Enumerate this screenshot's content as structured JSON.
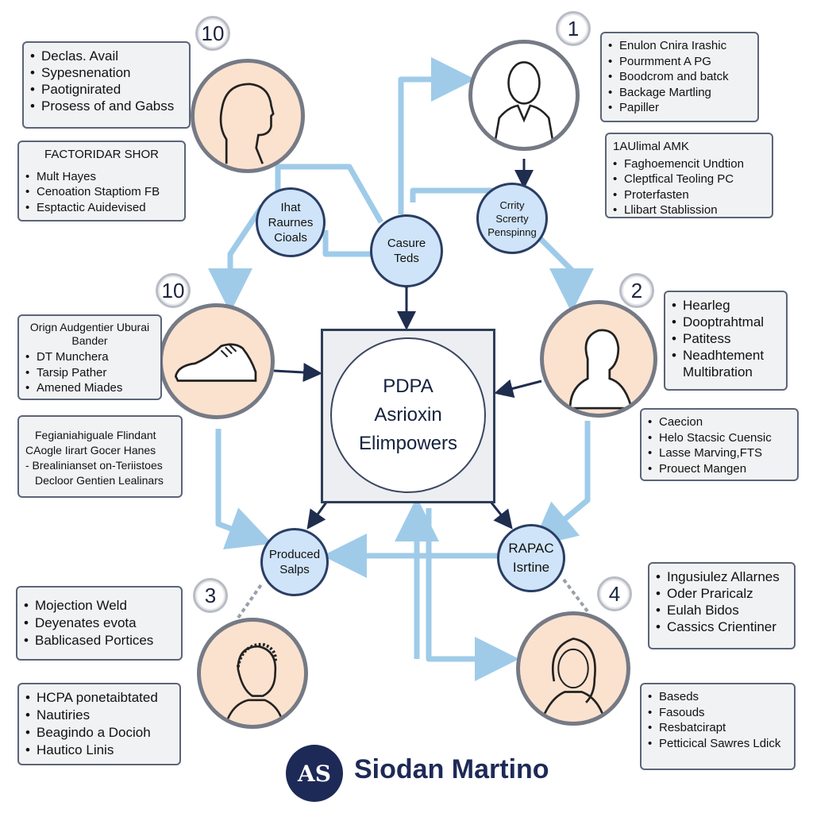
{
  "center": {
    "text": "PDPA\nAsrioxin\nElimpowers"
  },
  "hubs": {
    "top_left": "Ihat\nRaurnes\nCioals",
    "top_center": "Casure\nTeds",
    "top_right": "Crrity\nScrerty\nPenspinng",
    "bottom_left": "Produced\nSalps",
    "bottom_right": "RAPAC\nIsrtine"
  },
  "badges": {
    "top_left": "10",
    "top_right": "1",
    "mid_left": "10",
    "mid_right": "2",
    "bottom_left": "3",
    "bottom_right": "4"
  },
  "boxes": {
    "top_left_a": {
      "items": [
        "Declas. Avail",
        "Sypesnenation",
        "Paotignirated",
        "Prosess of and Gabss"
      ]
    },
    "top_left_b": {
      "heading": "FACTORIDAR SHOR",
      "items": [
        "Mult Hayes",
        "Cenoation Staptiom FB",
        "Esptactic Auidevised"
      ]
    },
    "top_right_a": {
      "items": [
        "Enulon Cnira Irashic",
        "Pourmment A PG",
        "Boodcrom and batck",
        "Backage Martling",
        "Papiller"
      ]
    },
    "top_right_b": {
      "heading": "1AUlimal AMK",
      "items": [
        "Faghoemencit Undtion",
        "Cleptfical Teoling PC",
        "Proterfasten",
        "Llibart Stablission"
      ]
    },
    "mid_left_a": {
      "heading": "Orign Audgentier Uburai Bander",
      "items": [
        "DT Munchera",
        "Tarsip Pather",
        "Amened Miades"
      ]
    },
    "mid_left_b": {
      "lines": [
        "Fegianiahiguale Flindant",
        "CAogle Iirart Gocer Hanes",
        "- Brealinianset on-Teriistoes",
        "Decloor Gentien Lealinars"
      ]
    },
    "mid_right_a": {
      "items": [
        "Hearleg",
        "Dooptrahtmal",
        "Patitess",
        "Neadhtement Multibration"
      ]
    },
    "mid_right_b": {
      "items": [
        "Caecion",
        "Helo Stacsic Cuensic",
        "Lasse Marving,FTS",
        "Prouect Mangen"
      ]
    },
    "bottom_left_a": {
      "items": [
        "Mojection Weld",
        "Deyenates evota",
        "Bablicased Portices"
      ]
    },
    "bottom_left_b": {
      "items": [
        "HCPA ponetaibtated",
        "Nautiries",
        "Beagindo a Docioh",
        "Hautico Linis"
      ]
    },
    "bottom_right_a": {
      "items": [
        "Ingusiulez Allarnes",
        "Oder Praricalz",
        "Eulah Bidos",
        "Cassics Crientiner"
      ]
    },
    "bottom_right_b": {
      "items": [
        "Baseds",
        "Fasouds",
        "Resbatcirapt",
        "Petticical Sawres Ldick"
      ]
    }
  },
  "brand": {
    "logo_text": "AS",
    "name": "Siodan Martino"
  },
  "colors": {
    "arrow_light": "#8fc3e6",
    "arrow_dark": "#1f2d4e",
    "hub_fill": "#cfe4f9",
    "avatar_fill": "#fbe2cf"
  }
}
